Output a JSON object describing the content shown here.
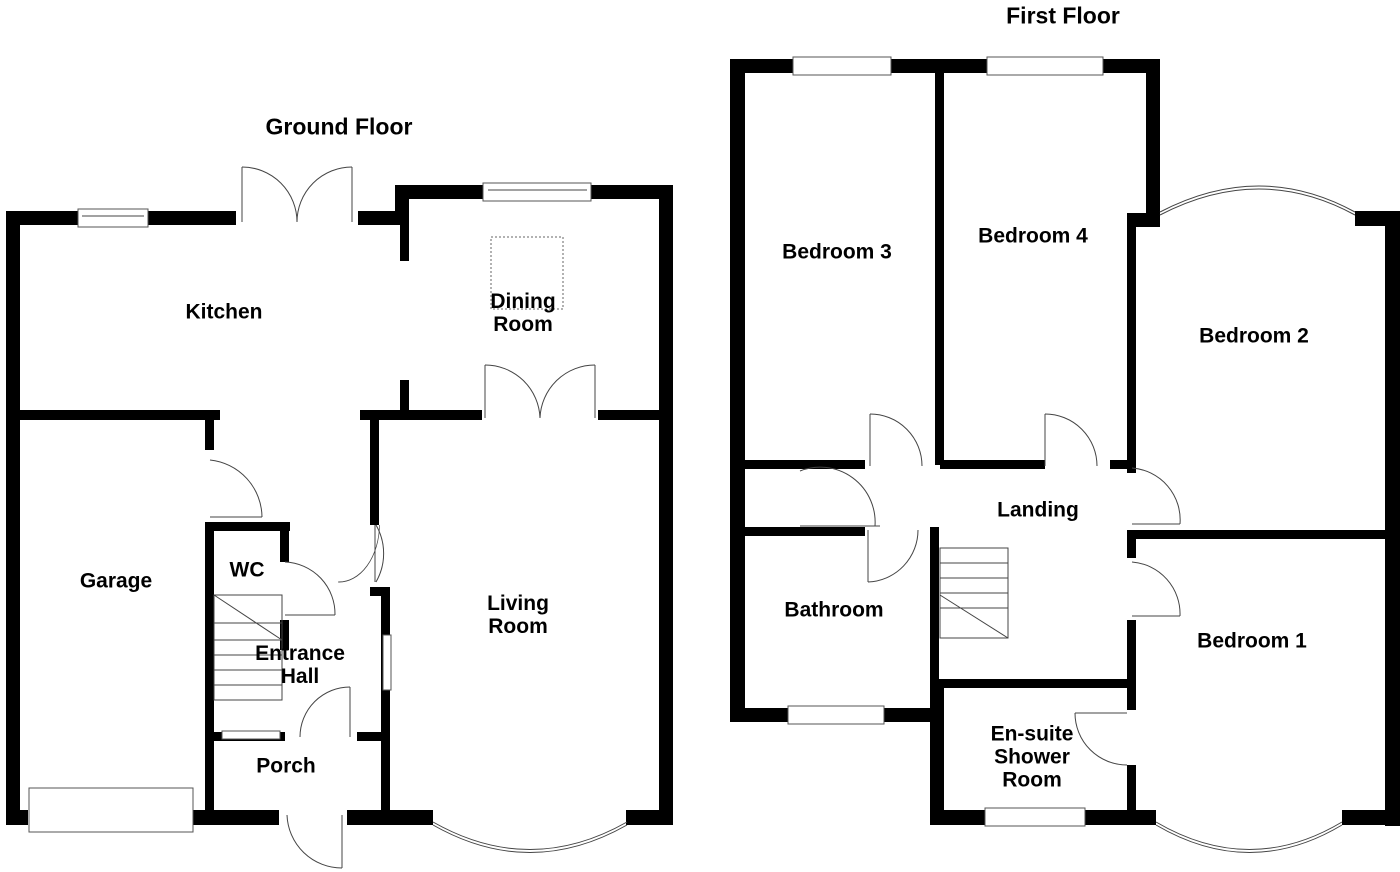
{
  "floors": {
    "ground": {
      "title": "Ground Floor",
      "rooms": {
        "kitchen": "Kitchen",
        "dining": "Dining\nRoom",
        "garage": "Garage",
        "wc": "WC",
        "entrance_hall": "Entrance\nHall",
        "living": "Living\nRoom",
        "porch": "Porch"
      }
    },
    "first": {
      "title": "First Floor",
      "rooms": {
        "bedroom3": "Bedroom 3",
        "bedroom4": "Bedroom 4",
        "bedroom2": "Bedroom 2",
        "landing": "Landing",
        "bathroom": "Bathroom",
        "bedroom1": "Bedroom 1",
        "ensuite": "En-suite\nShower\nRoom"
      }
    }
  },
  "colors": {
    "wall": "#000000",
    "background": "#ffffff",
    "fixture_line": "#444444"
  }
}
